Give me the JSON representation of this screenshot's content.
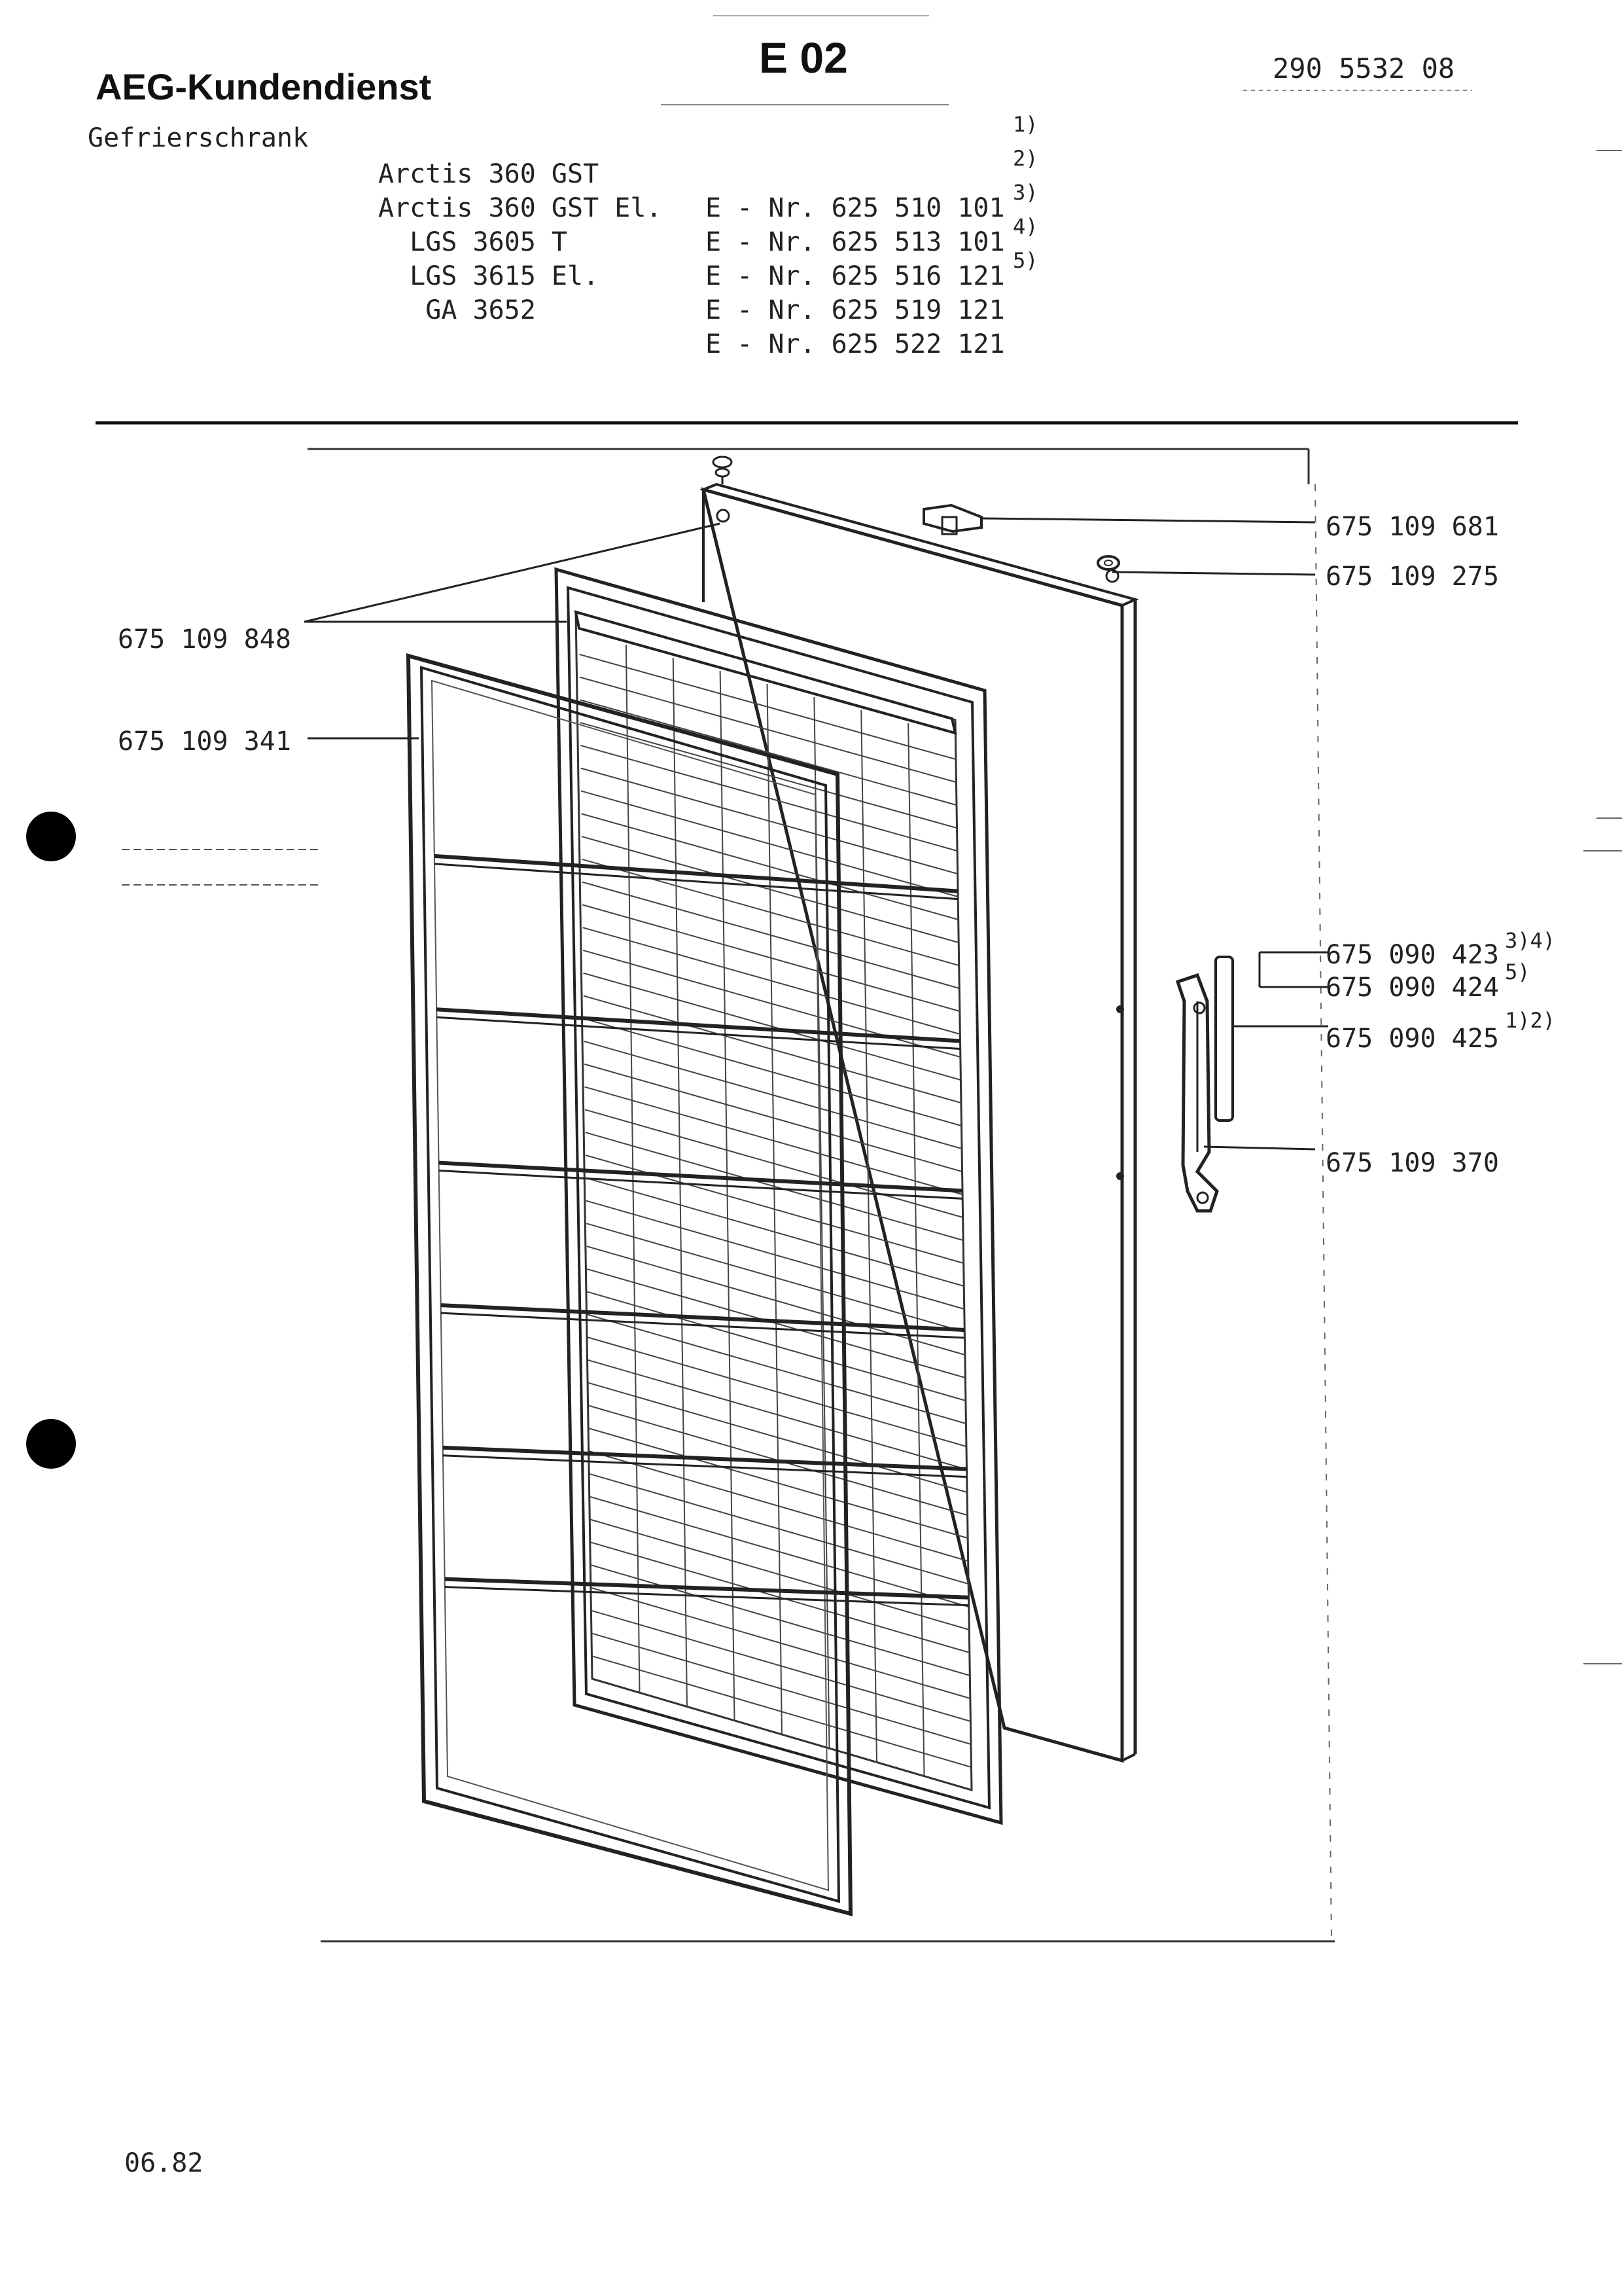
{
  "header": {
    "brand": "AEG-Kundendienst",
    "section": "E 02",
    "document_number": "290 5532 08",
    "category": "Gefrierschrank"
  },
  "models": [
    {
      "name": "Arctis 360 GST",
      "enr": "E - Nr. 625 510 101",
      "note": "1)"
    },
    {
      "name": "Arctis 360 GST El.",
      "enr": "E - Nr. 625 513 101",
      "note": "2)"
    },
    {
      "name": "  LGS 3605 T",
      "enr": "E - Nr. 625 516 121",
      "note": "3)"
    },
    {
      "name": "  LGS 3615 El.",
      "enr": "E - Nr. 625 519 121",
      "note": "4)"
    },
    {
      "name": "   GA 3652",
      "enr": "E - Nr. 625 522 121",
      "note": "5)"
    }
  ],
  "parts": {
    "p681": "675 109 681",
    "p275": "675 109 275",
    "p848": "675 109 848",
    "p341": "675 109 341",
    "p423": "675 090 423",
    "p423_note": "3)4)",
    "p424": "675 090 424",
    "p424_note": "5)",
    "p425": "675 090 425",
    "p425_note": "1)2)",
    "p370": "675 109 370"
  },
  "footer": {
    "date": "06.82"
  }
}
